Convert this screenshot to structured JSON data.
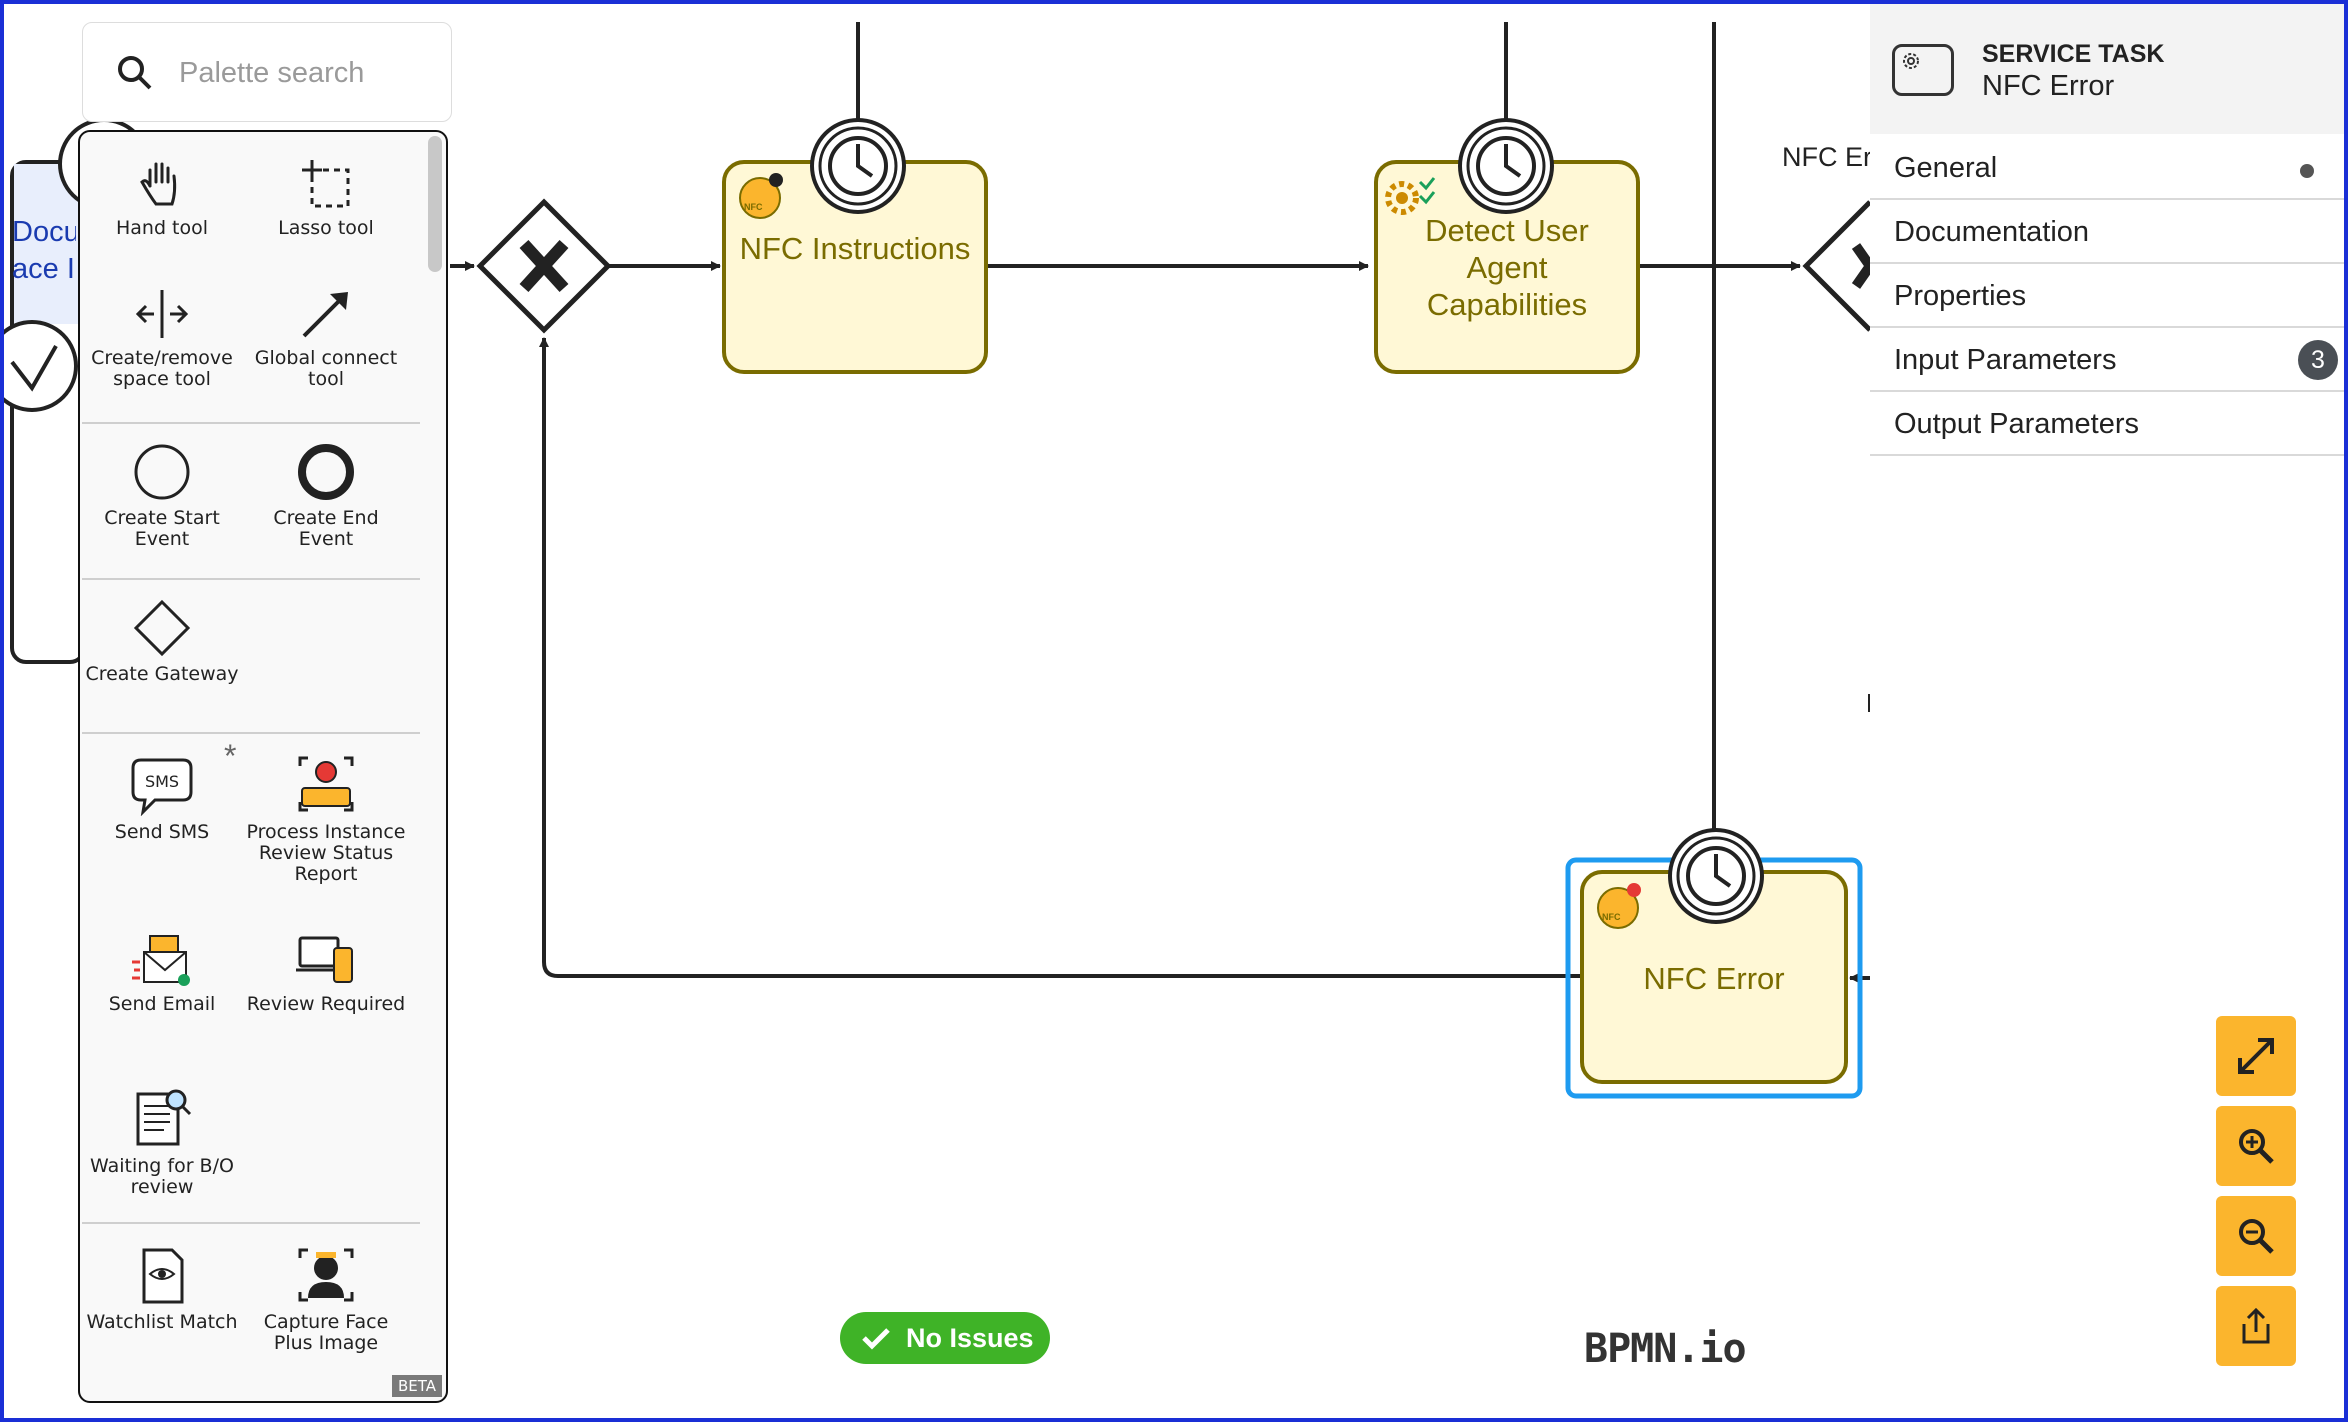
{
  "search": {
    "placeholder": "Palette search"
  },
  "palette": {
    "tools": [
      {
        "label": "Hand tool"
      },
      {
        "label": "Lasso tool"
      },
      {
        "label": "Create/remove space tool"
      },
      {
        "label": "Global connect tool"
      },
      {
        "label": "Create Start Event"
      },
      {
        "label": "Create End Event"
      },
      {
        "label": "Create Gateway"
      },
      {
        "label": "Send SMS"
      },
      {
        "label": "Process Instance Review Status Report"
      },
      {
        "label": "Send Email"
      },
      {
        "label": "Review Required"
      },
      {
        "label": "Waiting for B/O review"
      },
      {
        "label": "Watchlist Match"
      },
      {
        "label": "Capture Face Plus Image"
      }
    ],
    "beta": "BETA",
    "sms_icon_text": "SMS",
    "asterisk": "*"
  },
  "diagram": {
    "tasks": [
      {
        "name": "NFC Instructions"
      },
      {
        "name": "Detect User Agent Capabilities"
      },
      {
        "name": "NFC Error"
      }
    ],
    "partial_left_lines": [
      "Docu",
      "ace I"
    ],
    "partial_label_right": "NFC Er",
    "nfc_badge_text": "NFC",
    "colors": {
      "task_fill": "#fff8d6",
      "task_stroke": "#7a6c00",
      "selection": "#1e9bf0"
    }
  },
  "properties": {
    "element_type": "SERVICE TASK",
    "element_name": "NFC Error",
    "tabs": [
      {
        "label": "General",
        "indicator": "dot"
      },
      {
        "label": "Documentation"
      },
      {
        "label": "Properties"
      },
      {
        "label": "Input Parameters",
        "badge": "3"
      },
      {
        "label": "Output Parameters"
      }
    ]
  },
  "zoom_controls": [
    "fit-viewport-icon",
    "zoom-in-icon",
    "zoom-out-icon",
    "export-icon"
  ],
  "status": {
    "issues_label": "No Issues",
    "color": "#3fb327"
  },
  "brand": "BPMN.io",
  "accent": "#fbb52d"
}
